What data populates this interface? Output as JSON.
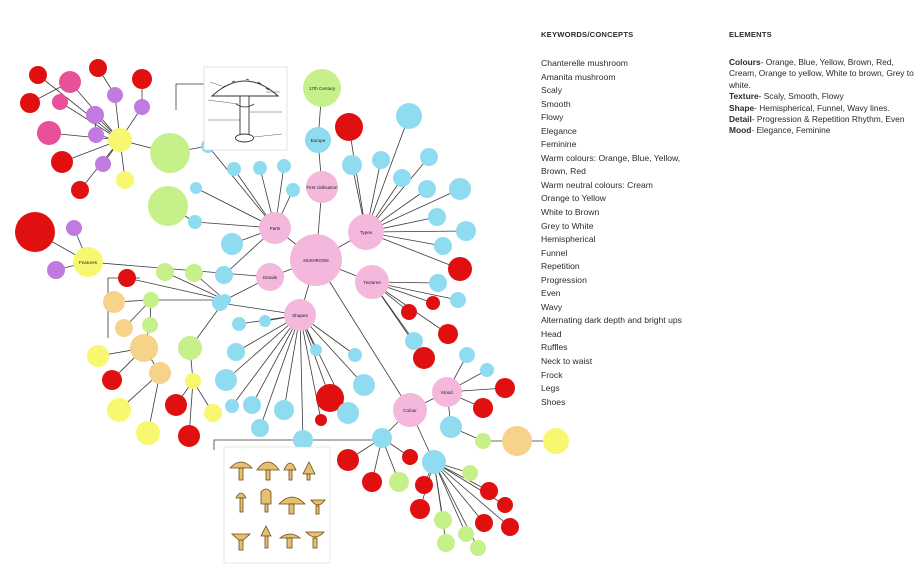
{
  "center": {
    "label": "MUSHROOM"
  },
  "hubs": {
    "parts": "Parts",
    "details": "Details",
    "shapes": "Shapes",
    "types": "Types",
    "textures": "Textures",
    "colour": "Colour",
    "first_civilisation": "First civilisation",
    "europe": "Europe",
    "century": "17th Century",
    "mood": "Mood",
    "features": "Features"
  },
  "keywords": {
    "heading": "KEYWORDS/CONCEPTS",
    "items": [
      "Chanterelle mushroom",
      "Amanita mushroom",
      "Scaly",
      "Smooth",
      "Flowy",
      "Elegance",
      "Feminine",
      "Warm colours: Orange, Blue, Yellow,",
      "Brown, Red",
      "Warm neutral colours: Cream",
      "Orange to Yellow",
      "White to Brown",
      "Grey to White",
      "Hemispherical",
      "Funnel",
      "Repetition",
      "Progression",
      "Even",
      "Wavy",
      "Alternating dark depth and bright ups",
      "Head",
      "Ruffles",
      "Neck to waist",
      "Frock",
      "Legs",
      "Shoes"
    ]
  },
  "elements": {
    "heading": "ELEMENTS",
    "colours": {
      "label": "Colours",
      "text": "- Orange, Blue, Yellow, Brown, Red, Cream, Orange to yellow, White to brown, Grey to white."
    },
    "texture": {
      "label": "Texture",
      "text": "- Scaly, Smooth, Flowy"
    },
    "shape": {
      "label": "Shape",
      "text": "- Hemispherical, Funnel, Wavy lines."
    },
    "detail": {
      "label": "Detail",
      "text": "- Progression & Repetition Rhythm, Even"
    },
    "mood": {
      "label": "Mood",
      "text": "- Elegance, Feminine"
    }
  },
  "colors": {
    "pink": "#f4b8dc",
    "magenta": "#e8509a",
    "blue": "#8fdcf0",
    "green": "#c6f08a",
    "yellow": "#f8f870",
    "orange": "#f7d28a",
    "red": "#e01010",
    "purple": "#c07ae0",
    "line": "#3a3a3a"
  },
  "illustrations": {
    "anatomy": "mushroom-anatomy-diagram",
    "cap_shapes": "cap-shapes-chart"
  }
}
